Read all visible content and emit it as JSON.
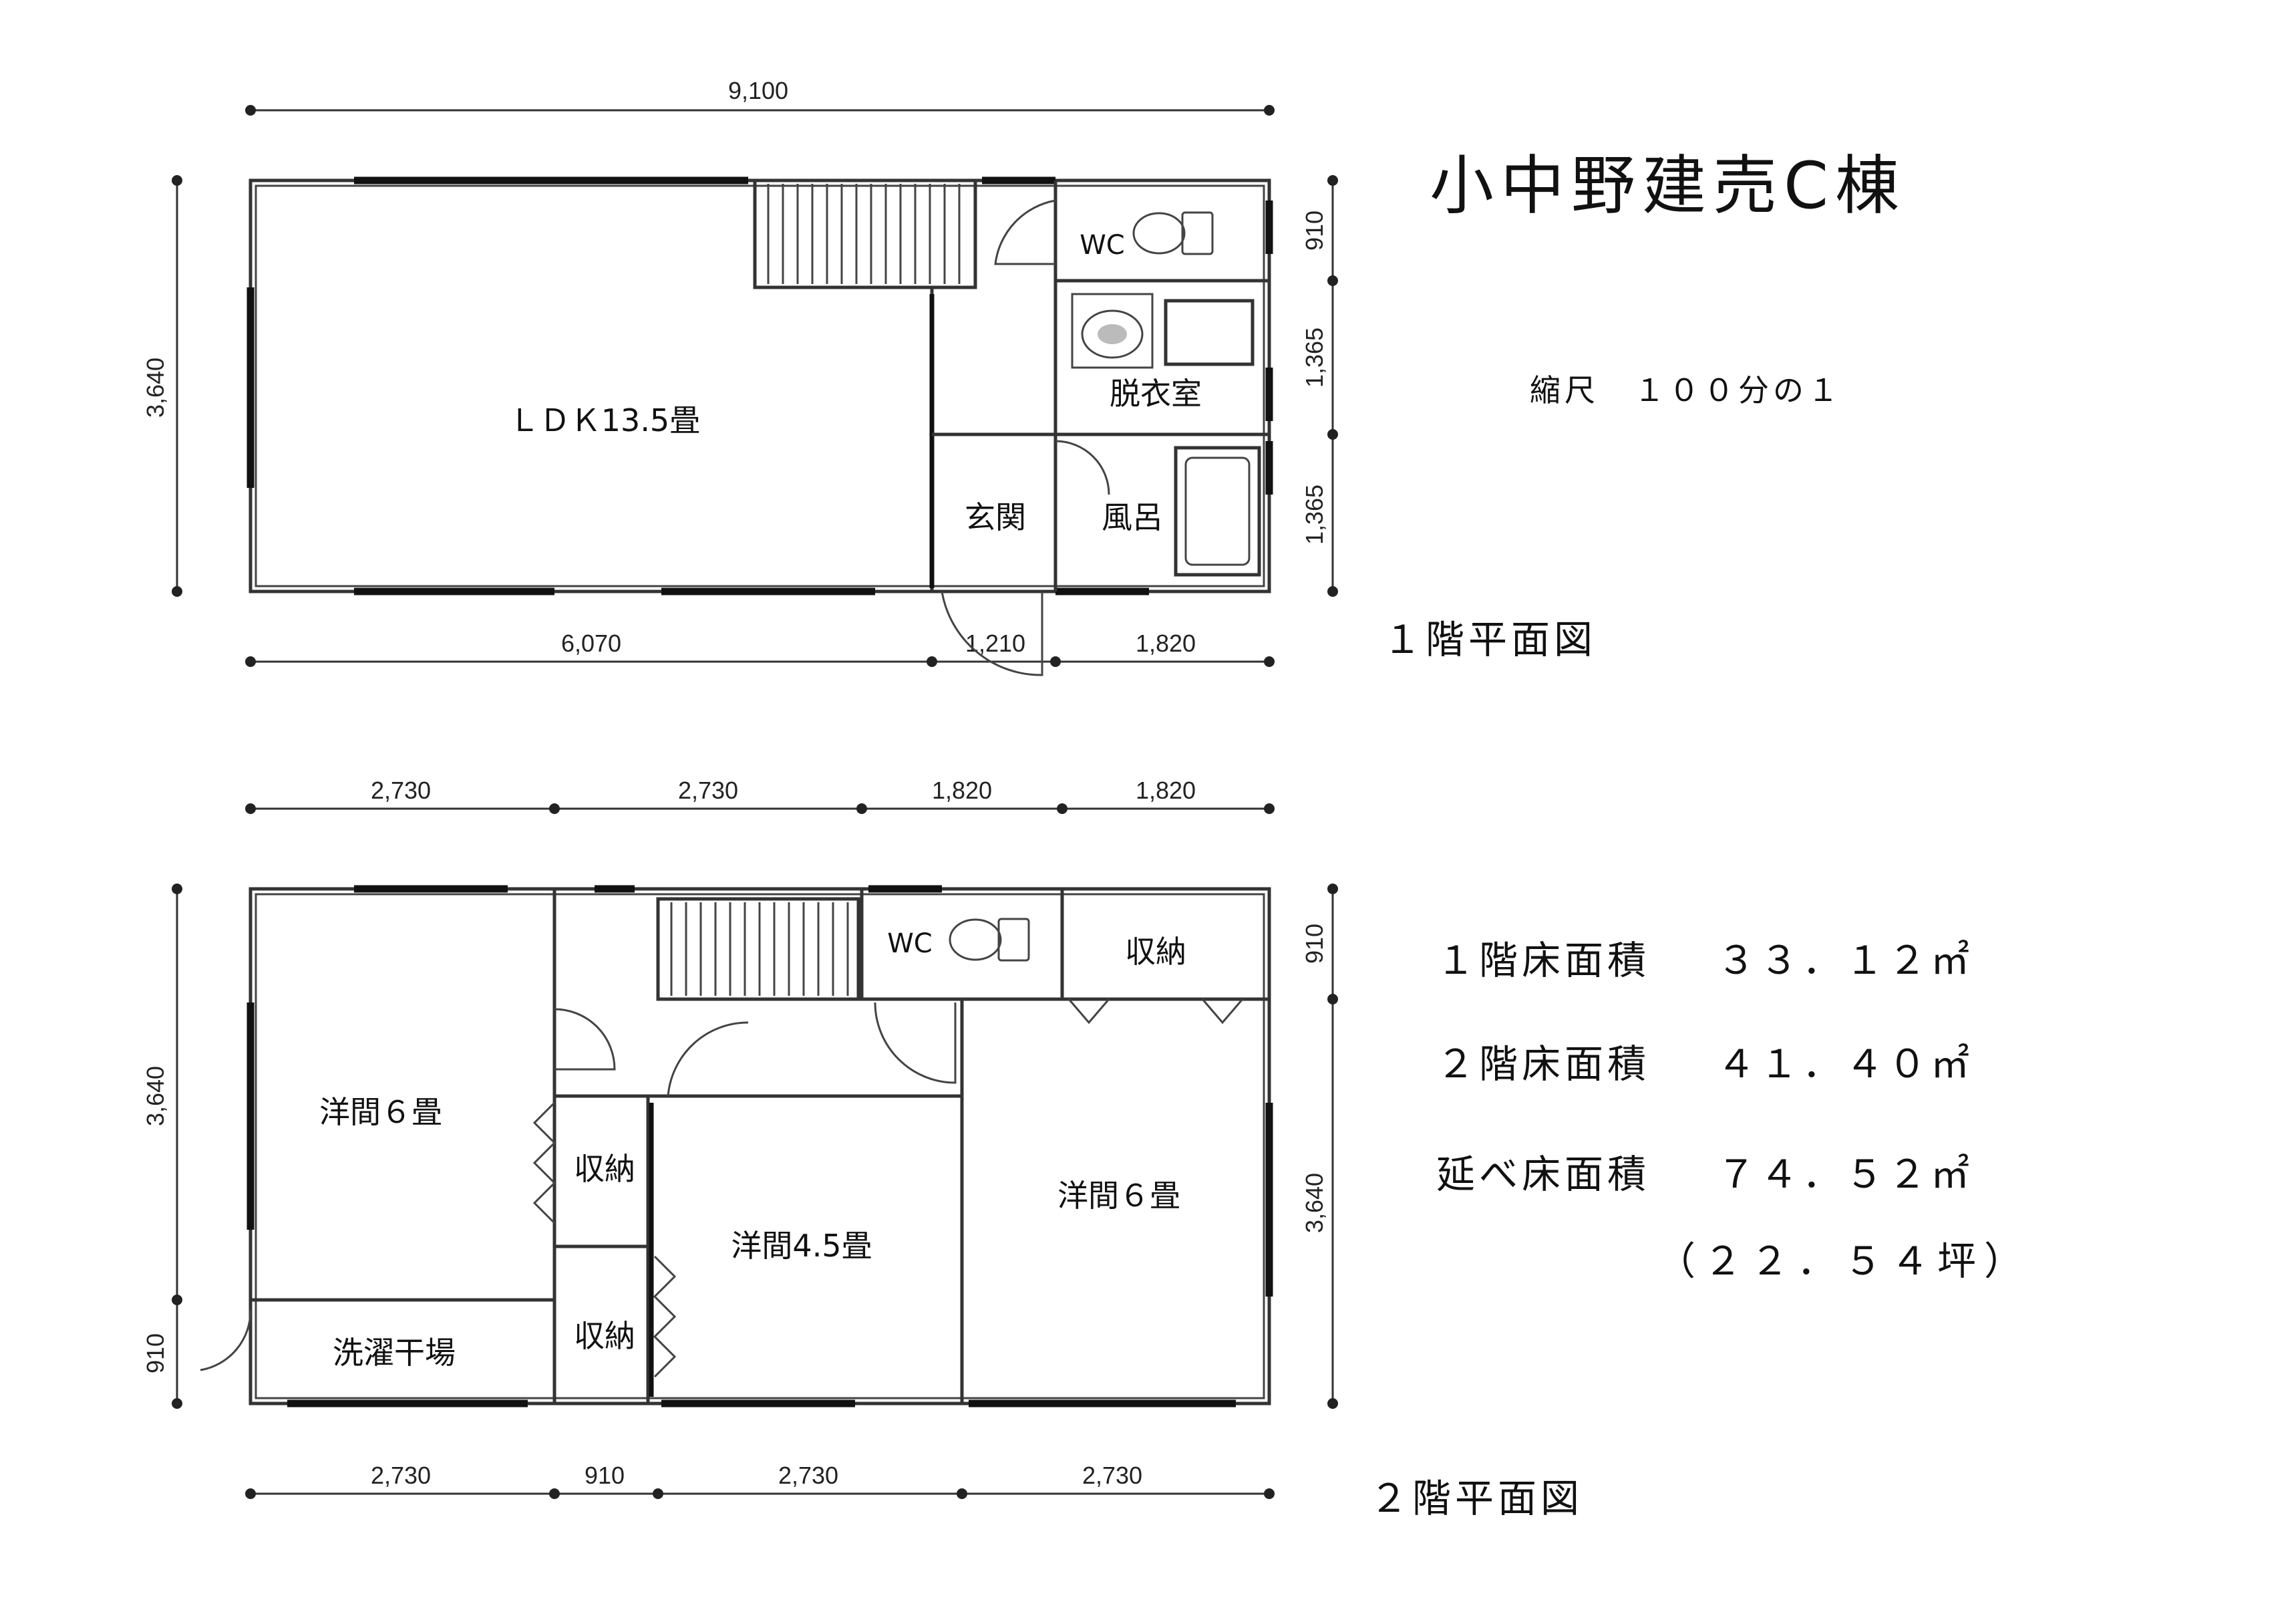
{
  "title": "小中野建売C棟",
  "scale": "縮尺　１００分の１",
  "floor1": {
    "label": "１階平面図",
    "rooms": {
      "ldk": "ＬＤＫ13.5畳",
      "wc": "WC",
      "dressing": "脱衣室",
      "entrance": "玄関",
      "bath": "風呂"
    },
    "dims": {
      "top": "9,100",
      "left": "3,640",
      "bottom_1": "6,070",
      "bottom_2": "1,210",
      "bottom_3": "1,820",
      "right_1": "910",
      "right_2": "1,365",
      "right_3": "1,365"
    }
  },
  "floor2": {
    "label": "２階平面図",
    "rooms": {
      "western_a": "洋間６畳",
      "storage_a": "収納",
      "storage_b": "収納",
      "western_b": "洋間4.5畳",
      "western_c": "洋間６畳",
      "wc": "WC",
      "storage_c": "収納",
      "drying": "洗濯干場"
    },
    "dims": {
      "top_1": "2,730",
      "top_2": "2,730",
      "top_3": "1,820",
      "top_4": "1,820",
      "left_1": "3,640",
      "left_2": "910",
      "right_1": "910",
      "right_2": "3,640",
      "bottom_1": "2,730",
      "bottom_2": "910",
      "bottom_3": "2,730",
      "bottom_4": "2,730"
    }
  },
  "areas": {
    "f1": {
      "label": "１階床面積",
      "value": "３３．１２㎡"
    },
    "f2": {
      "label": "２階床面積",
      "value": "４１．４０㎡"
    },
    "total": {
      "label": "延べ床面積",
      "value": "７４．５２㎡"
    },
    "tsubo": "（２２．５４坪）"
  }
}
